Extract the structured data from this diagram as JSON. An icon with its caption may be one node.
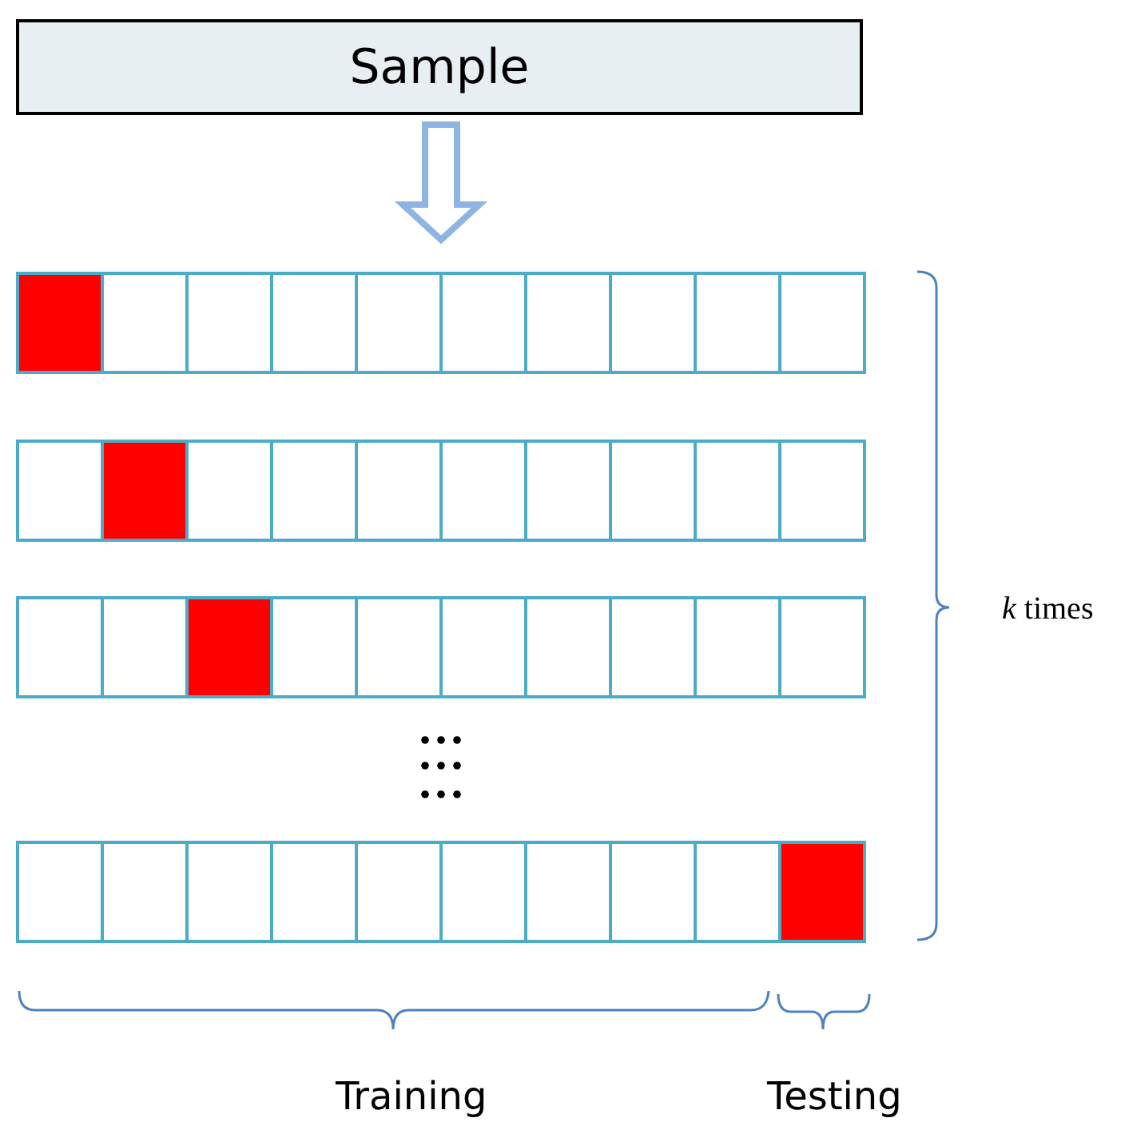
{
  "diagram": {
    "nodes": [
      {
        "text": [
          "Sample"
        ]
      },
      {
        "text": [],
        "shape": "bar"
      },
      {
        "text": [],
        "shape": "bar"
      },
      {
        "text": [],
        "shape": "bar"
      },
      {
        "text": [],
        "shape": "bar"
      }
    ],
    "edges": [
      {
        "from": 0,
        "to": 1,
        "arrow": "to"
      }
    ],
    "labels": [
      "*k* times",
      "Training",
      "Testing"
    ]
  }
}
